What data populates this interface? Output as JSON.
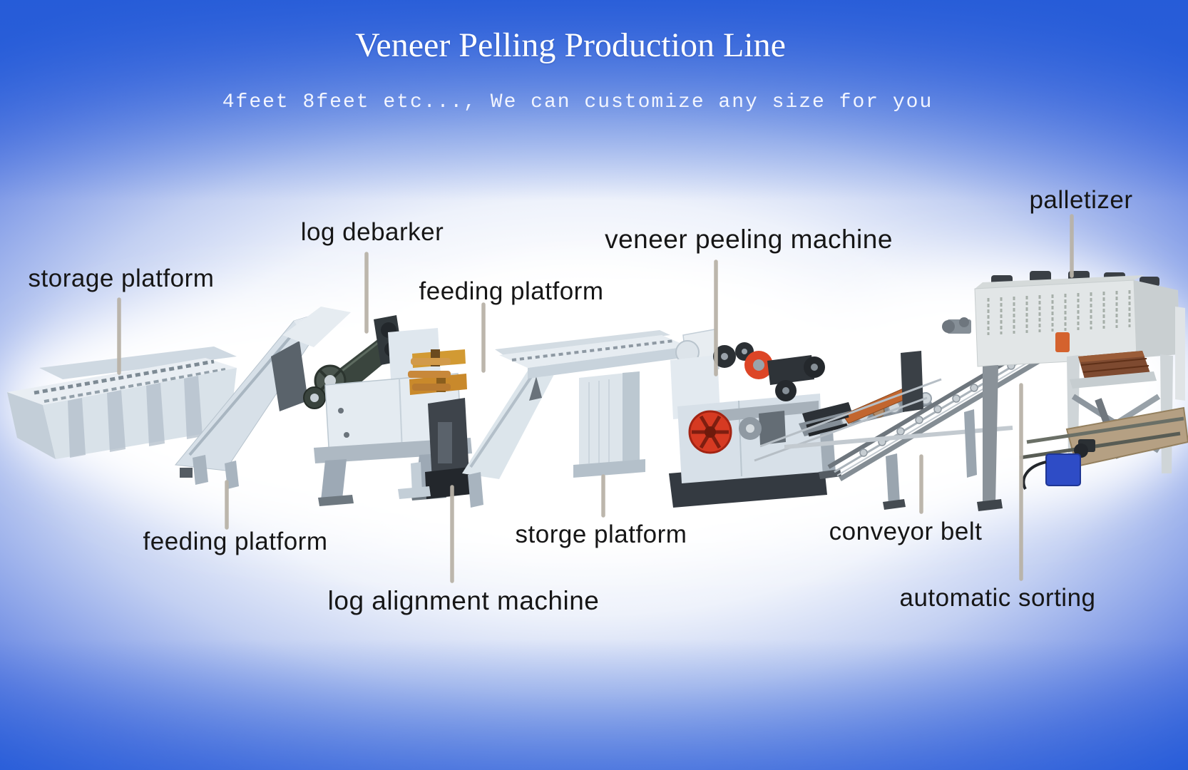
{
  "header": {
    "title": "Veneer Pelling Production Line",
    "subtitle": "4feet 8feet etc..., We can customize any size for you"
  },
  "labels": {
    "storage_platform": "storage platform",
    "log_debarker": "log debarker",
    "feeding_platform_top": "feeding platform",
    "veneer_peeling_machine": "veneer peeling machine",
    "palletizer": "palletizer",
    "feeding_platform_bottom": "feeding platform",
    "storge_platform": "storge platform",
    "conveyor_belt": "conveyor belt",
    "log_alignment_machine": "log alignment machine",
    "automatic_sorting": "automatic sorting"
  },
  "colors": {
    "background_edge": "#2b5ed9",
    "background_center": "#ffffff",
    "title_text": "#ffffff",
    "label_text": "#161616",
    "leader_line": "#b9b3a8",
    "machine_body": "#e4ebf1",
    "machine_shadow": "#9fadb9",
    "roller_dark_green": "#3a453e",
    "accent_red": "#d63a22",
    "accent_orange": "#d29a33",
    "hydraulic_blue": "#2e4cc6",
    "pallet_brown": "#7e4a30"
  }
}
